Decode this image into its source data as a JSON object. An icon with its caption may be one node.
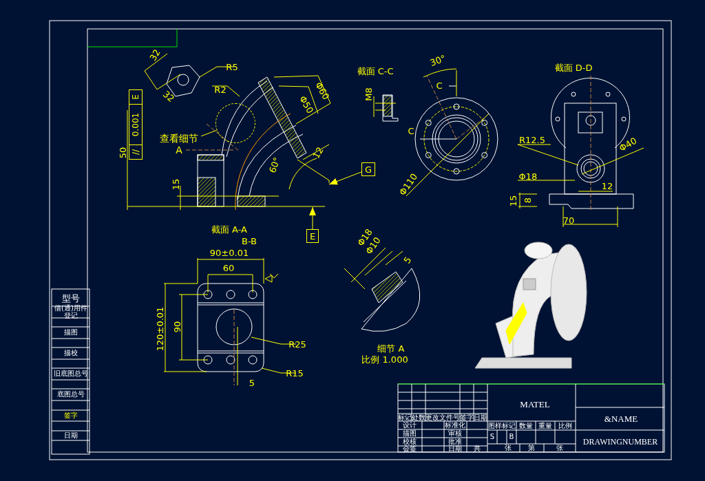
{
  "diagram": {
    "nodes": [
      {
        "text": [
          "//",
          "0.001",
          "E"
        ]
      },
      {
        "text": [
          "查看细节 A"
        ]
      },
      {
        "text": [],
        "shape": "circle"
      },
      {
        "text": [
          "G"
        ]
      },
      {
        "text": [
          "E"
        ]
      }
    ],
    "edges": [
      {
        "from": 1,
        "to": 2,
        "arrow": "none"
      },
      {
        "from": 3,
        "to": null,
        "arrow": "to"
      },
      {
        "from": 4,
        "to": null,
        "arrow": "to"
      }
    ],
    "labels": [
      "32",
      "32",
      "R5",
      "R2",
      "50",
      "15",
      "Φ60",
      "Φ50",
      "12",
      "60°",
      "截面 A-A",
      "B-B",
      "截面 C-C",
      "30°",
      "C",
      "M8",
      "C",
      "Φ110",
      "截面 D-D",
      "R12.5",
      "Φ40",
      "Φ18",
      "12",
      "15",
      "8",
      "70",
      "90±0.01",
      "60",
      "120±0.01",
      "90",
      "R25",
      "R15",
      "5",
      "Φ18",
      "Φ10",
      "5",
      "细节 A",
      "比例 1.000",
      "型号",
      "借(通)用件登记",
      "描图",
      "描校",
      "旧底图总号",
      "底图总号",
      "签字",
      "日期",
      "MATEL",
      "&NAME",
      "DRAWINGNUMBER",
      "标记",
      "处数",
      "更改文件号",
      "签字",
      "日期",
      "设计",
      "标准化",
      "描图",
      "审核",
      "校核",
      "批准",
      "会签",
      "日期",
      "共",
      "图样标记",
      "数量",
      "重量",
      "比例",
      "S",
      "B",
      "张",
      "第",
      "张"
    ]
  }
}
